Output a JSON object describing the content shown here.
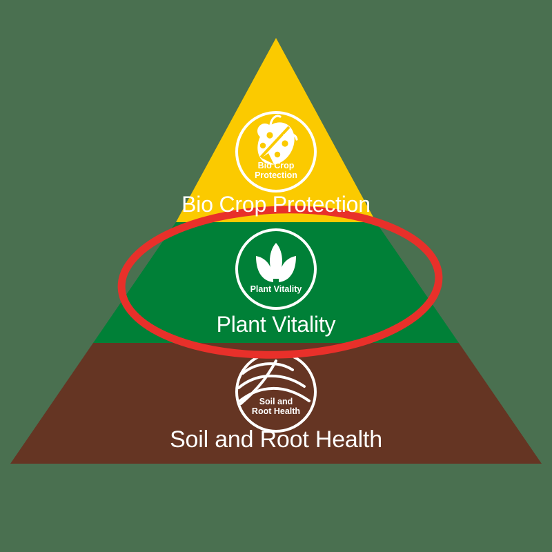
{
  "diagram": {
    "type": "pyramid",
    "title": "",
    "background_color": "#4a7050",
    "highlight": {
      "shape": "ellipse",
      "name": "plant-vitality-highlight",
      "color": "#e8302a",
      "targets_band": "Plant Vitality"
    },
    "bands": [
      {
        "id": "bio-crop-protection",
        "label": "Bio Crop Protection",
        "color": "#fbca00",
        "level": 3,
        "icon": {
          "name": "ladybug-icon",
          "caption_lines": [
            "Bio Crop",
            "Protection"
          ],
          "stroke_color": "#ffffff"
        }
      },
      {
        "id": "plant-vitality",
        "label": "Plant Vitality",
        "color": "#008037",
        "level": 2,
        "icon": {
          "name": "sprout-leaves-icon",
          "caption_lines": [
            "Plant Vitality"
          ],
          "stroke_color": "#ffffff"
        }
      },
      {
        "id": "soil-and-root-health",
        "label": "Soil and Root Health",
        "color": "#653523",
        "level": 1,
        "icon": {
          "name": "soil-furrows-icon",
          "caption_lines": [
            "Soil and",
            "Root Health"
          ],
          "stroke_color": "#ffffff"
        }
      }
    ]
  }
}
